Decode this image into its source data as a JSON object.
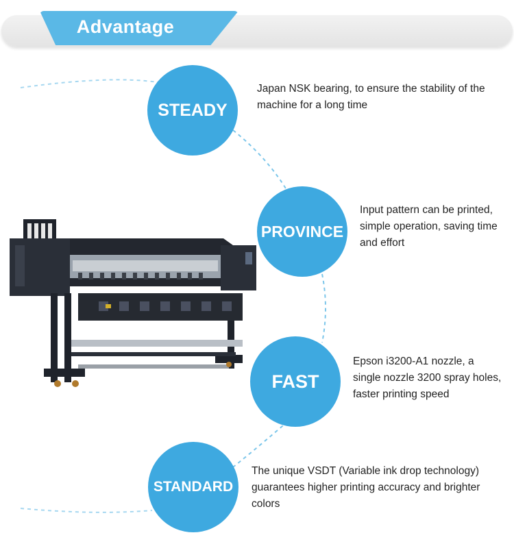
{
  "header": {
    "title": "Advantage"
  },
  "features": [
    {
      "name": "STEADY",
      "description": "Japan NSK bearing, to ensure the stability of the machine for a long time"
    },
    {
      "name": "PROVINCE",
      "description": "Input pattern can be printed, simple operation, saving time and effort"
    },
    {
      "name": "FAST",
      "description": "Epson i3200-A1 nozzle, a single nozzle 3200 spray holes, faster printing speed"
    },
    {
      "name": "STANDARD",
      "description": "The unique VSDT (Variable ink drop technology) guarantees higher printing accuracy and brighter colors"
    }
  ],
  "colors": {
    "accent": "#3ea9e0",
    "banner": "#5ab8e6",
    "dash": "#7cc6ea"
  },
  "image": {
    "subject": "large-format printer",
    "icon": "printer-image"
  }
}
